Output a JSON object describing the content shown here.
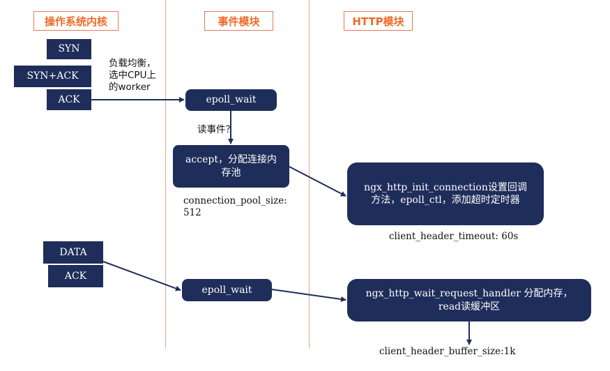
{
  "headers": {
    "os_kernel": "操作系统内核",
    "event_module": "事件模块",
    "http_module": "HTTP模块"
  },
  "packets": {
    "syn": "SYN",
    "syn_ack": "SYN+ACK",
    "ack1": "ACK",
    "data": "DATA",
    "ack2": "ACK"
  },
  "nodes": {
    "epoll_wait_1": "epoll_wait",
    "accept": "accept，分配连接内存池",
    "init_connection": "ngx_http_init_connection设置回调方法，epoll_ctl，添加超时定时器",
    "epoll_wait_2": "epoll_wait",
    "wait_request_handler": "ngx_http_wait_request_handler 分配内存，read读缓冲区"
  },
  "annotations": {
    "load_balance": "负载均衡，\n选中CPU上\n的worker",
    "read_event": "读事件？",
    "pool_size": "connection_pool_size:\n512",
    "header_timeout": "client_header_timeout: 60s",
    "header_buffer": "client_header_buffer_size:1k"
  },
  "colors": {
    "box_fill": "#1f2d5a",
    "header_text": "#ef6a2a",
    "header_border": "#e07a55",
    "separator": "#e7a58a",
    "arrow": "#1f2d5a"
  }
}
